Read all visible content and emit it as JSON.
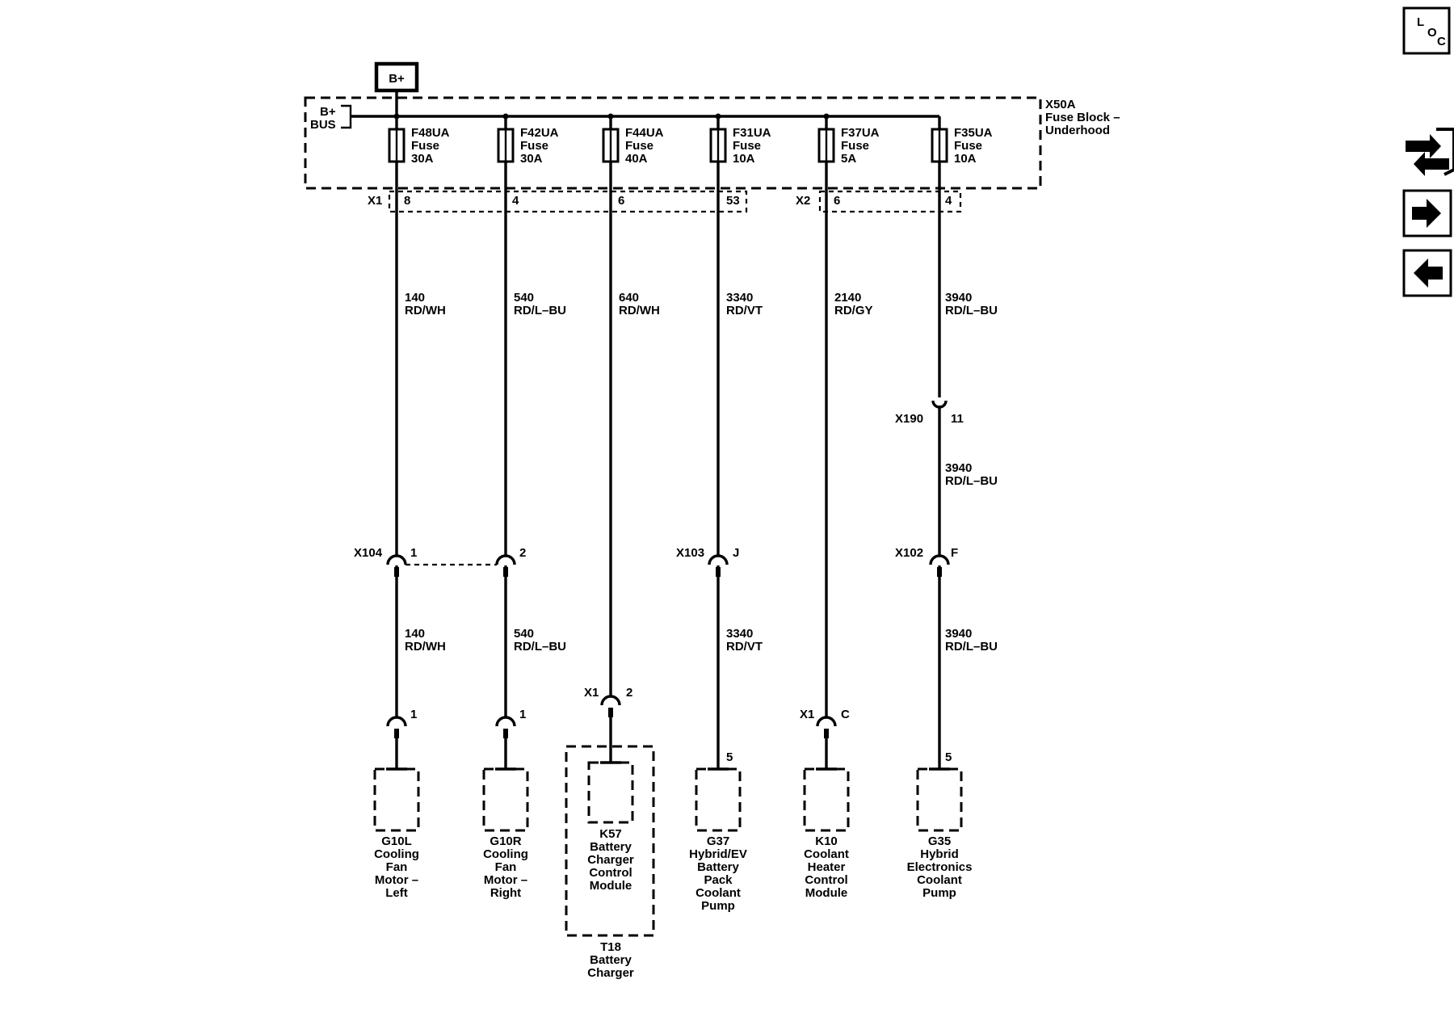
{
  "power": {
    "label": "B+"
  },
  "bus": {
    "line1": "B+",
    "line2": "BUS"
  },
  "fuse_block": {
    "id": "X50A",
    "name_line1": "Fuse Block –",
    "name_line2": "Underhood"
  },
  "fuses": [
    {
      "id": "F48UA",
      "type": "Fuse",
      "rating": "30A"
    },
    {
      "id": "F42UA",
      "type": "Fuse",
      "rating": "30A"
    },
    {
      "id": "F44UA",
      "type": "Fuse",
      "rating": "40A"
    },
    {
      "id": "F31UA",
      "type": "Fuse",
      "rating": "10A"
    },
    {
      "id": "F37UA",
      "type": "Fuse",
      "rating": "5A"
    },
    {
      "id": "F35UA",
      "type": "Fuse",
      "rating": "10A"
    }
  ],
  "block_connectors": [
    {
      "id": "X1",
      "pins": [
        "8",
        "4",
        "6",
        "53"
      ]
    },
    {
      "id": "X2",
      "pins": [
        "6",
        "4"
      ]
    }
  ],
  "wires_upper": [
    {
      "circuit": "140",
      "color": "RD/WH"
    },
    {
      "circuit": "540",
      "color": "RD/L–BU"
    },
    {
      "circuit": "640",
      "color": "RD/WH"
    },
    {
      "circuit": "3340",
      "color": "RD/VT"
    },
    {
      "circuit": "2140",
      "color": "RD/GY"
    },
    {
      "circuit": "3940",
      "color": "RD/L–BU"
    }
  ],
  "connector_x190": {
    "id": "X190",
    "pin": "11"
  },
  "wire_x190_below": {
    "circuit": "3940",
    "color": "RD/L–BU"
  },
  "inline_connectors": [
    {
      "id": "X104",
      "pins": [
        "1",
        "2"
      ]
    },
    {
      "id": "X103",
      "pins": [
        "J"
      ]
    },
    {
      "id": "X102",
      "pins": [
        "F"
      ]
    }
  ],
  "wires_lower": [
    {
      "circuit": "140",
      "color": "RD/WH"
    },
    {
      "circuit": "540",
      "color": "RD/L–BU"
    },
    {
      "circuit": "3340",
      "color": "RD/VT"
    },
    {
      "circuit": "3940",
      "color": "RD/L–BU"
    }
  ],
  "component_pins": {
    "g10l": "1",
    "g10r": "1",
    "k57_conn": "X1",
    "k57_pin": "2",
    "g37": "5",
    "k10_conn": "X1",
    "k10_pin": "C",
    "g35": "5"
  },
  "components": [
    {
      "id": "G10L",
      "lines": [
        "Cooling",
        "Fan",
        "Motor –",
        "Left"
      ]
    },
    {
      "id": "G10R",
      "lines": [
        "Cooling",
        "Fan",
        "Motor –",
        "Right"
      ]
    },
    {
      "id": "K57",
      "lines": [
        "Battery",
        "Charger",
        "Control",
        "Module"
      ]
    },
    {
      "id": "G37",
      "lines": [
        "Hybrid/EV",
        "Battery",
        "Pack",
        "Coolant",
        "Pump"
      ]
    },
    {
      "id": "K10",
      "lines": [
        "Coolant",
        "Heater",
        "Control",
        "Module"
      ]
    },
    {
      "id": "G35",
      "lines": [
        "Hybrid",
        "Electronics",
        "Coolant",
        "Pump"
      ]
    }
  ],
  "parent_component": {
    "id": "T18",
    "lines": [
      "Battery",
      "Charger"
    ]
  },
  "nav": {
    "loc_letters": [
      "L",
      "O",
      "C"
    ],
    "icons": [
      "swap-arrows-icon",
      "next-arrow-icon",
      "back-arrow-icon"
    ]
  }
}
